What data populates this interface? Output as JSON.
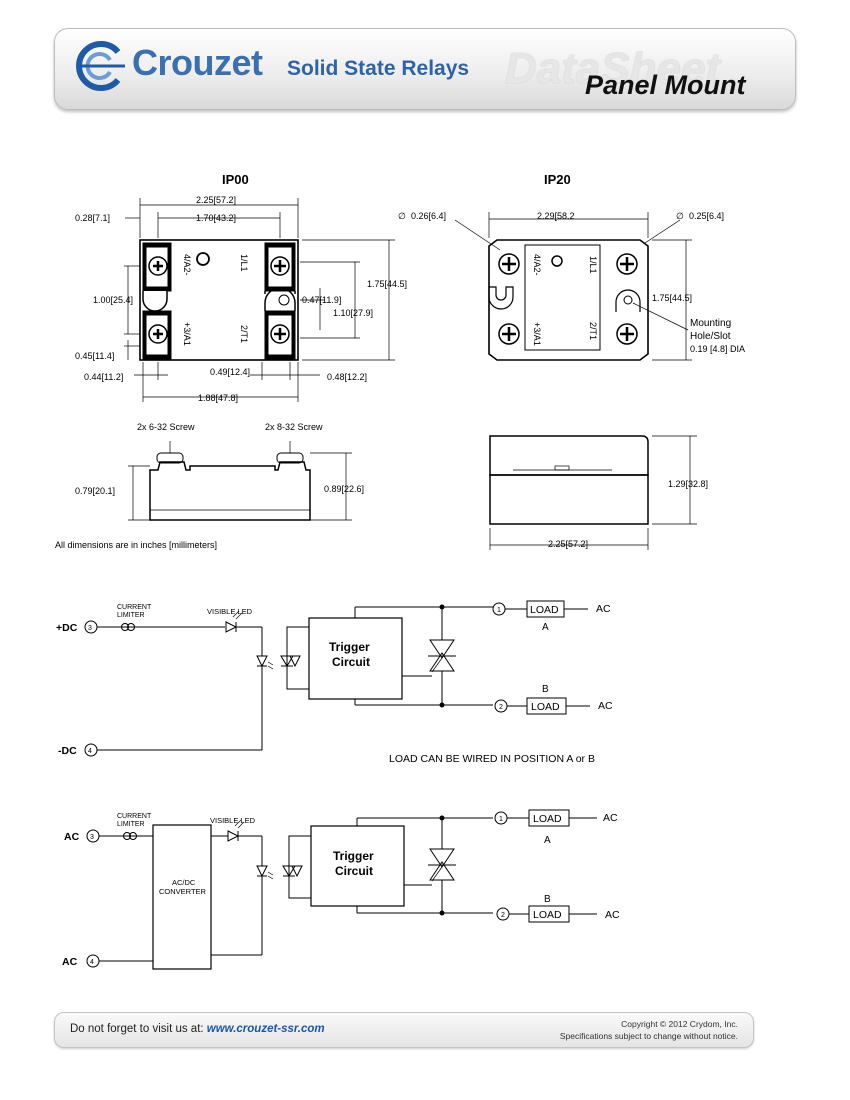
{
  "header": {
    "brand": "Crouzet",
    "subtitle": "Solid State Relays",
    "watermark": "DataSheet",
    "page_type": "Panel Mount"
  },
  "dimensions": {
    "ip00": {
      "title": "IP00",
      "d_225": "2.25[57.2]",
      "d_028": "0.28[7.1]",
      "d_170": "1.70[43.2]",
      "d_100": "1.00[25.4]",
      "d_045": "0.45[11.4]",
      "d_175": "1.75[44.5]",
      "d_047": "0.47[11.9]",
      "d_110": "1.10[27.9]",
      "d_044": "0.44[11.2]",
      "d_049": "0.49[12.4]",
      "d_048": "0.48[12.2]",
      "d_188": "1.88[47.8]",
      "term_4": "4/A2-",
      "term_3": "+3/A1",
      "term_1": "1/L1",
      "term_2": "2/T1"
    },
    "ip20": {
      "title": "IP20",
      "d_hole_left": "0.26[6.4]",
      "d_229": "2.29[58.2",
      "d_hole_right": "0.25[6.4]",
      "d_175": "1.75[44.5]",
      "mount_1": "Mounting",
      "mount_2": "Hole/Slot",
      "mount_3": "0.19 [4.8] DIA",
      "term_4": "4/A2-",
      "term_3": "+3/A1",
      "term_1": "1/L1",
      "term_2": "2/T1"
    },
    "side_left": {
      "screw_1": "2x 6-32 Screw",
      "screw_2": "2x 8-32 Screw",
      "d_079": "0.79[20.1]",
      "d_089": "0.89[22.6]"
    },
    "side_right": {
      "d_129": "1.29[32.8]",
      "d_225": "2.25[57.2]"
    },
    "note": "All dimensions are in inches [millimeters]"
  },
  "schematic_dc": {
    "in_pos": "+DC",
    "in_neg": "-DC",
    "pin3": "3",
    "pin4": "4",
    "limiter_1": "CURRENT",
    "limiter_2": "LIMITER",
    "led": "VISIBLE LED",
    "trigger_1": "Trigger",
    "trigger_2": "Circuit",
    "pin1": "1",
    "pin2": "2",
    "load": "LOAD",
    "pos_a": "A",
    "pos_b": "B",
    "ac": "AC",
    "note": "LOAD CAN BE WIRED IN POSITION A or B"
  },
  "schematic_ac": {
    "in_top": "AC",
    "in_bottom": "AC",
    "pin3": "3",
    "pin4": "4",
    "limiter_1": "CURRENT",
    "limiter_2": "LIMITER",
    "led": "VISIBLE LED",
    "conv_1": "AC/DC",
    "conv_2": "CONVERTER",
    "trigger_1": "Trigger",
    "trigger_2": "Circuit",
    "pin1": "1",
    "pin2": "2",
    "load": "LOAD",
    "pos_a": "A",
    "pos_b": "B",
    "ac": "AC"
  },
  "footer": {
    "visit": "Do not forget to visit us at:",
    "url": "www.crouzet-ssr.com",
    "copyright": "Copyright © 2012 Crydom, Inc.",
    "disclaimer": "Specifications subject to change without notice."
  }
}
